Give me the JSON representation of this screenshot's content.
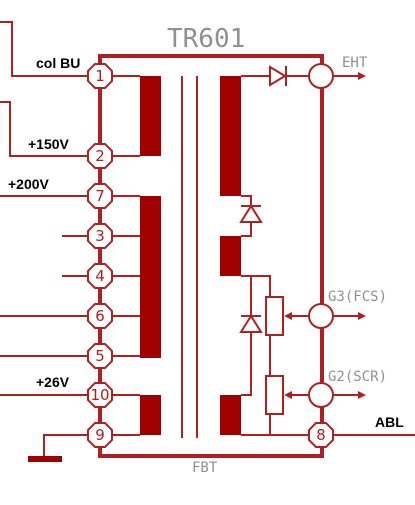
{
  "component": {
    "designator": "TR601",
    "part_label": "FBT"
  },
  "left_pins": [
    {
      "number": "1",
      "net": "col BU"
    },
    {
      "number": "2",
      "net": "+150V"
    },
    {
      "number": "7",
      "net": "+200V"
    },
    {
      "number": "3",
      "net": ""
    },
    {
      "number": "4",
      "net": ""
    },
    {
      "number": "6",
      "net": ""
    },
    {
      "number": "5",
      "net": ""
    },
    {
      "number": "10",
      "net": "+26V"
    },
    {
      "number": "9",
      "net": ""
    }
  ],
  "right_pins": [
    {
      "number": "8",
      "net": "ABL"
    }
  ],
  "outputs": {
    "eht": "EHT",
    "g3": "G3(FCS)",
    "g2": "G2(SCR)"
  },
  "colors": {
    "wire": "#b02020",
    "winding": "#a00000",
    "label_gray": "#909090"
  }
}
